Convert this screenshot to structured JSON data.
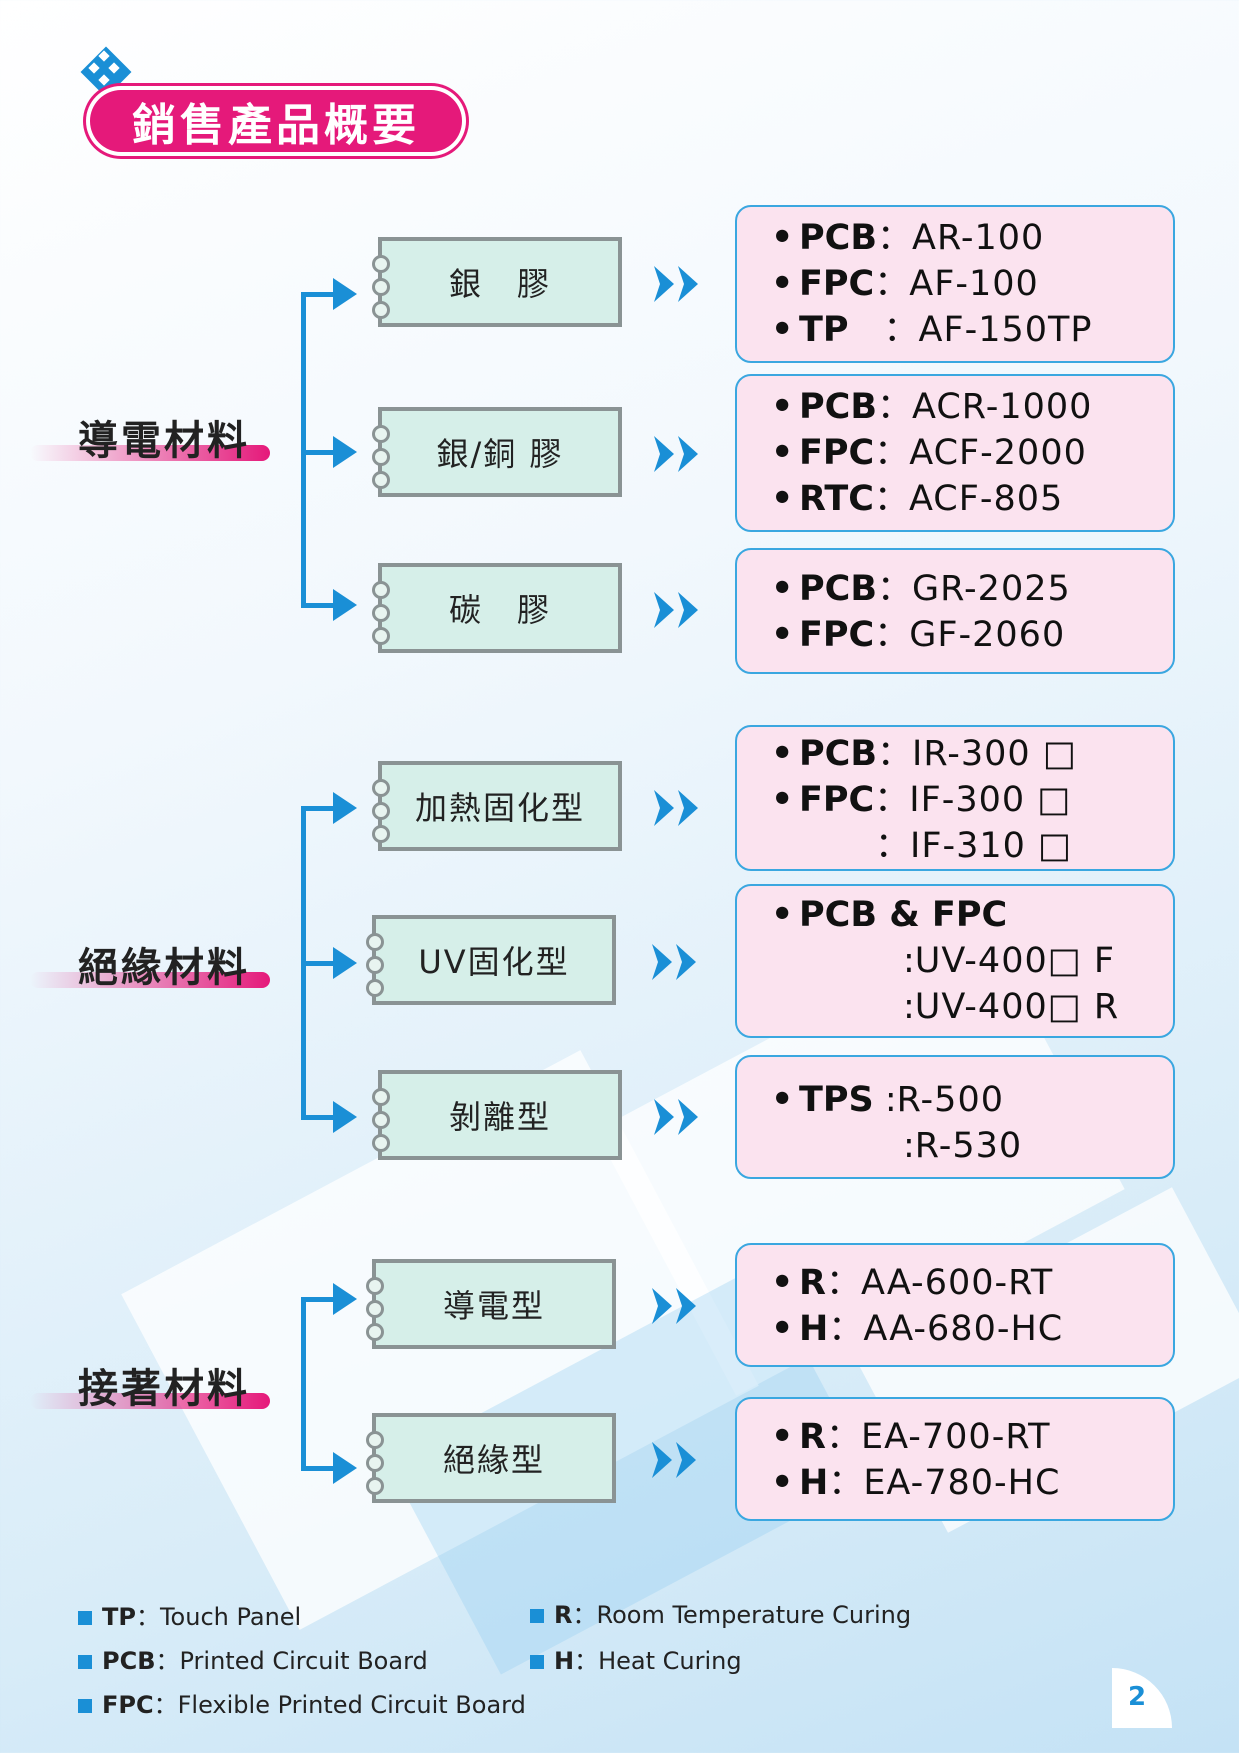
{
  "title": "銷售產品概要",
  "categories": [
    {
      "label": "導電材料",
      "products": [
        {
          "name": "銀　膠",
          "specs": [
            {
              "key": "PCB",
              "sep": "：",
              "value": "AR-100"
            },
            {
              "key": "FPC",
              "sep": "：",
              "value": "AF-100"
            },
            {
              "key": "TP",
              "sep": "　：",
              "value": "AF-150TP"
            }
          ]
        },
        {
          "name": "銀/銅 膠",
          "specs": [
            {
              "key": "PCB",
              "sep": "：",
              "value": "ACR-1000"
            },
            {
              "key": "FPC",
              "sep": "：",
              "value": "ACF-2000"
            },
            {
              "key": "RTC",
              "sep": "：",
              "value": "ACF-805"
            }
          ]
        },
        {
          "name": "碳　膠",
          "specs": [
            {
              "key": "PCB",
              "sep": "：",
              "value": "GR-2025"
            },
            {
              "key": "FPC",
              "sep": "：",
              "value": "GF-2060"
            }
          ]
        }
      ]
    },
    {
      "label": "絕緣材料",
      "products": [
        {
          "name": "加熱固化型",
          "specs": [
            {
              "key": "PCB",
              "sep": "：",
              "value": "IR-300 □"
            },
            {
              "key": "FPC",
              "sep": "：",
              "value": "IF-300 □"
            },
            {
              "key": "",
              "sep": "：",
              "value": "IF-310 □"
            }
          ]
        },
        {
          "name": "UV固化型",
          "specs": [
            {
              "key": "PCB & FPC",
              "sep": "",
              "value": ""
            },
            {
              "key": "",
              "sep": ":",
              "value": "UV-400□ F"
            },
            {
              "key": "",
              "sep": ":",
              "value": "UV-400□ R"
            }
          ]
        },
        {
          "name": "剝離型",
          "specs": [
            {
              "key": "TPS",
              "sep": " :",
              "value": "R-500"
            },
            {
              "key": "",
              "sep": ":",
              "value": "R-530"
            }
          ]
        }
      ]
    },
    {
      "label": "接著材料",
      "products": [
        {
          "name": "導電型",
          "specs": [
            {
              "key": "R",
              "sep": "：",
              "value": "AA-600-RT"
            },
            {
              "key": "H",
              "sep": "：",
              "value": "AA-680-HC"
            }
          ]
        },
        {
          "name": "絕緣型",
          "specs": [
            {
              "key": "R",
              "sep": "：",
              "value": "EA-700-RT"
            },
            {
              "key": "H",
              "sep": "：",
              "value": "EA-780-HC"
            }
          ]
        }
      ]
    }
  ],
  "legend": [
    {
      "key": "TP",
      "desc": "：Touch Panel"
    },
    {
      "key": "PCB",
      "desc": "：Printed Circuit Board"
    },
    {
      "key": "FPC",
      "desc": "：Flexible Printed Circuit Board"
    },
    {
      "key": "R",
      "desc": "：Room Temperature Curing"
    },
    {
      "key": "H",
      "desc": "：Heat Curing"
    }
  ],
  "bullet": "•",
  "page_number": "2",
  "colors": {
    "accent_pink": "#e5197a",
    "accent_blue": "#1a8fd6",
    "box_fill": "#d6efe9",
    "spec_fill": "#fbe3ef"
  }
}
